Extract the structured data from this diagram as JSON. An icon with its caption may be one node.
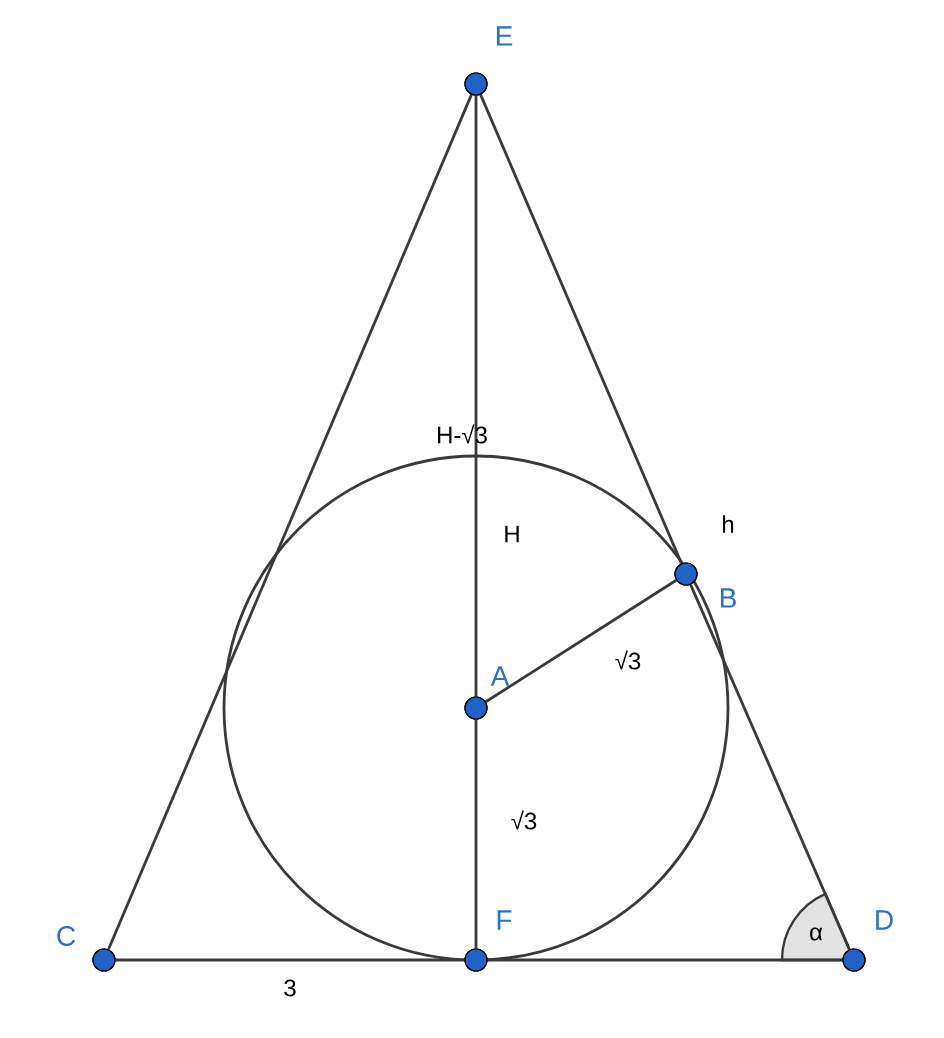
{
  "diagram": {
    "nodes": [
      {
        "text": [],
        "shape": "circle",
        "beside": [
          "E"
        ]
      },
      {
        "text": [],
        "shape": "circle",
        "beside": [
          "A"
        ]
      },
      {
        "text": [],
        "shape": "circle",
        "beside": [
          "B"
        ]
      },
      {
        "text": [],
        "shape": "circle",
        "beside": [
          "C"
        ]
      },
      {
        "text": [],
        "shape": "circle",
        "beside": [
          "F"
        ]
      },
      {
        "text": [],
        "shape": "circle",
        "beside": [
          "D"
        ]
      }
    ],
    "edges": [
      {
        "from": 0,
        "to": 3,
        "arrow": "none"
      },
      {
        "from": 0,
        "to": 2,
        "arrow": "none",
        "label": "h"
      },
      {
        "from": 2,
        "to": 5,
        "arrow": "none"
      },
      {
        "from": 3,
        "to": 4,
        "arrow": "none",
        "label": "3"
      },
      {
        "from": 4,
        "to": 5,
        "arrow": "none"
      },
      {
        "from": 0,
        "to": 1,
        "arrow": "none",
        "label": "H"
      },
      {
        "from": 1,
        "to": 4,
        "arrow": "none",
        "label": "√3"
      },
      {
        "from": 1,
        "to": 2,
        "arrow": "none",
        "label": "√3"
      }
    ],
    "labels": [
      "H-√3",
      "α"
    ]
  }
}
